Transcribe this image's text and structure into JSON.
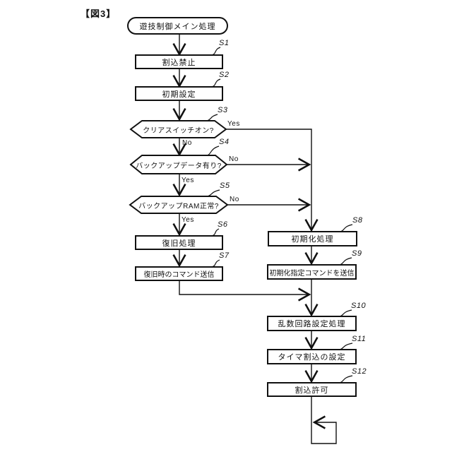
{
  "figure": {
    "title": "【図3】"
  },
  "start": {
    "label": "遊技制御メイン処理"
  },
  "steps": {
    "s1": {
      "id": "S1",
      "label": "割込禁止"
    },
    "s2": {
      "id": "S2",
      "label": "初期設定"
    },
    "s3": {
      "id": "S3",
      "label": "クリアスイッチオン?"
    },
    "s4": {
      "id": "S4",
      "label": "バックアップデータ有り?"
    },
    "s5": {
      "id": "S5",
      "label": "バックアップRAM正常?"
    },
    "s6": {
      "id": "S6",
      "label": "復旧処理"
    },
    "s7": {
      "id": "S7",
      "label": "復旧時のコマンド送信"
    },
    "s8": {
      "id": "S8",
      "label": "初期化処理"
    },
    "s9": {
      "id": "S9",
      "label": "初期化指定コマンドを送信"
    },
    "s10": {
      "id": "S10",
      "label": "乱数回路設定処理"
    },
    "s11": {
      "id": "S11",
      "label": "タイマ割込の設定"
    },
    "s12": {
      "id": "S12",
      "label": "割込許可"
    }
  },
  "edge_labels": {
    "s3_yes": "Yes",
    "s3_no": "No",
    "s4_no": "No",
    "s4_yes": "Yes",
    "s5_no": "No",
    "s5_yes": "Yes"
  },
  "colors": {
    "line": "#111111",
    "background": "#ffffff"
  }
}
